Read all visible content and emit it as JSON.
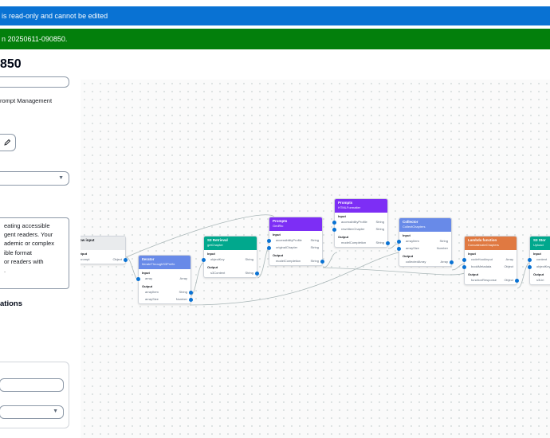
{
  "banners": {
    "readonly_text": "is read-only and cannot be edited",
    "success_text": "n 20250611-090850."
  },
  "page_title": "850",
  "left_panel": {
    "label_prompt_mgmt": "rompt Management",
    "textarea_lines": [
      "eating accessible",
      "gent readers. Your",
      "ademic or complex",
      "ible format",
      "or readers with",
      "."
    ],
    "section_heading": "ations"
  },
  "colors": {
    "blue_banner": "#0972d3",
    "green_banner": "#037f0c",
    "input_node": "#e9ebed",
    "iterator": "#688ae8",
    "s3": "#01a88d",
    "prompt": "#7d2ef5",
    "collector": "#688ae8",
    "lambda": "#e07941",
    "port": "#0972d3"
  },
  "nodes": {
    "flow_input": {
      "type": "Flow input",
      "name": "",
      "outputs": [
        {
          "name": "prompt",
          "dtype": "Object"
        }
      ]
    },
    "iterator": {
      "type": "Iterator",
      "name": "IterateThroughS3Prefix",
      "inputs": [
        {
          "name": "array",
          "dtype": "Array"
        }
      ],
      "outputs": [
        {
          "name": "arrayItem",
          "dtype": "String"
        },
        {
          "name": "arraySize",
          "dtype": "Number"
        }
      ]
    },
    "s3_retrieval": {
      "type": "S3 Retrieval",
      "name": "getChapter",
      "inputs": [
        {
          "name": "objectKey",
          "dtype": "String"
        }
      ],
      "outputs": [
        {
          "name": "s3Content",
          "dtype": "String"
        }
      ]
    },
    "prompt_gedict": {
      "type": "Prompts",
      "name": "GedRic",
      "inputs": [
        {
          "name": "accessibilityProfile",
          "dtype": "String"
        },
        {
          "name": "originalChapter",
          "dtype": "String"
        }
      ],
      "outputs": [
        {
          "name": "modelCompletion",
          "dtype": "String"
        }
      ]
    },
    "prompt_html": {
      "type": "Prompts",
      "name": "HTMLFormatter",
      "inputs": [
        {
          "name": "accessibilityProfile",
          "dtype": "String"
        },
        {
          "name": "rewrittenChapter",
          "dtype": "String"
        }
      ],
      "outputs": [
        {
          "name": "modelCompletion",
          "dtype": "String"
        }
      ]
    },
    "collector": {
      "type": "Collector",
      "name": "CollectChapters",
      "inputs": [
        {
          "name": "arrayItem",
          "dtype": "String"
        },
        {
          "name": "arraySize",
          "dtype": "Number"
        }
      ],
      "outputs": [
        {
          "name": "collectedArray",
          "dtype": "Array"
        }
      ]
    },
    "lambda": {
      "type": "Lambda function",
      "name": "ConcatenateChapters",
      "inputs": [
        {
          "name": "codeHookInput",
          "dtype": "Array"
        },
        {
          "name": "bookMetadata",
          "dtype": "Object"
        }
      ],
      "outputs": [
        {
          "name": "functionResponse",
          "dtype": "Object"
        }
      ]
    },
    "s3_storage": {
      "type": "S3 Stor",
      "name": "Upload",
      "inputs": [
        {
          "name": "content",
          "dtype": ""
        },
        {
          "name": "objectKey",
          "dtype": ""
        }
      ],
      "outputs": [
        {
          "name": "s3Uri",
          "dtype": ""
        }
      ]
    }
  },
  "labels": {
    "input": "Input",
    "output": "Output"
  }
}
